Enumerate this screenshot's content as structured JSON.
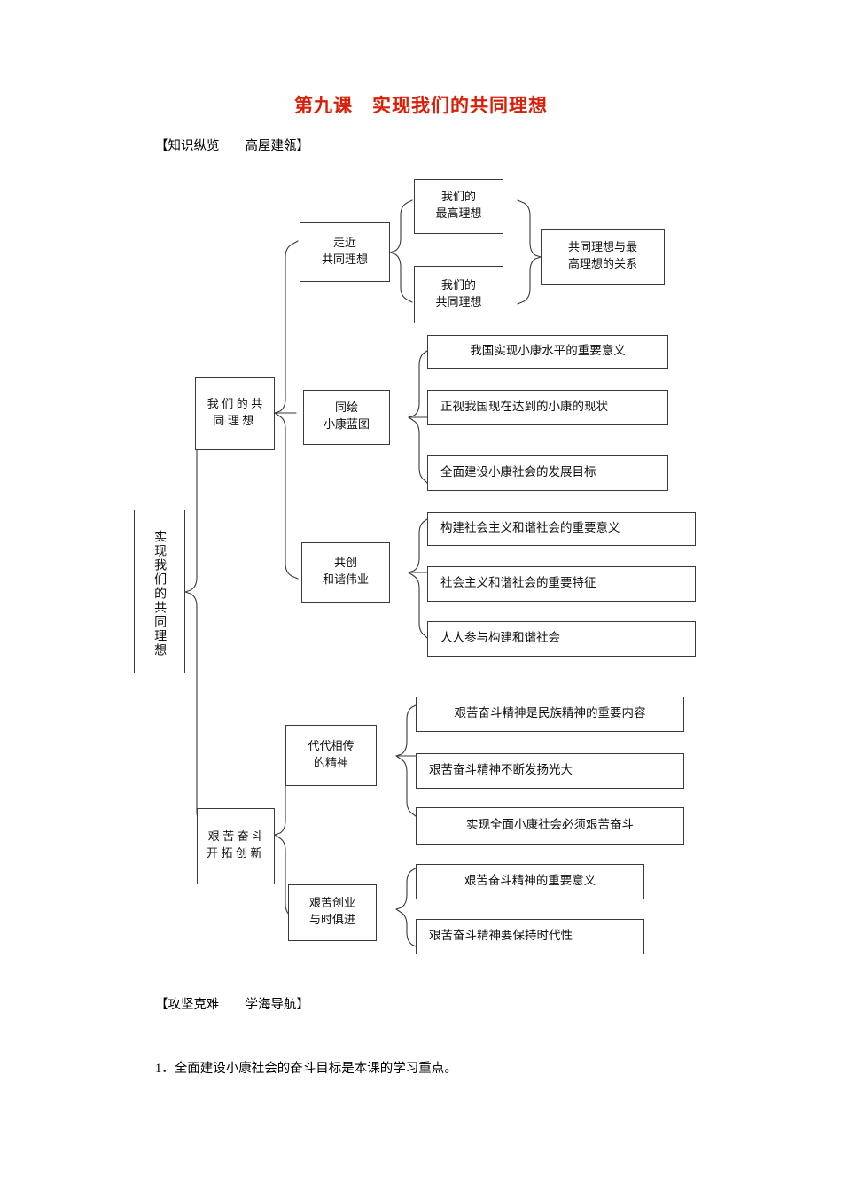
{
  "document": {
    "title": "第九课　实现我们的共同理想",
    "title_color": "#d81e06",
    "section_headings": {
      "knowledge_overview": "【知识纵览　　高屋建瓴】",
      "key_difficulties": "【攻坚克难　　学海导航】"
    },
    "body_lines": [
      "1．全面建设小康社会的奋斗目标是本课的学习重点。"
    ]
  },
  "diagram": {
    "type": "tree-outline",
    "root": "实现我们的共同理想",
    "branches": [
      {
        "label": "我们的共同理想",
        "children": [
          {
            "label": "走近共同理想",
            "leaves": [
              "我们的\n最高理想",
              "我们的\n共同理想"
            ],
            "merge": "共同理想与最\n高理想的关系"
          },
          {
            "label": "同绘\n小康蓝图",
            "leaves": [
              "我国实现小康水平的重要意义",
              "正视我国现在达到的小康的现状",
              "全面建设小康社会的发展目标"
            ]
          },
          {
            "label": "共创\n和谐伟业",
            "leaves": [
              "构建社会主义和谐社会的重要意义",
              "社会主义和谐社会的重要特征",
              "人人参与构建和谐社会"
            ]
          }
        ]
      },
      {
        "label": "艰苦奋斗开拓创新",
        "children": [
          {
            "label": "代代相传\n的精神",
            "leaves": [
              "艰苦奋斗精神是民族精神的重要内容",
              "艰苦奋斗精神不断发扬光大",
              "实现全面小康社会必须艰苦奋斗"
            ]
          },
          {
            "label": "艰苦创业\n与时俱进",
            "leaves": [
              "艰苦奋斗精神的重要意义",
              "艰苦奋斗精神要保持时代性"
            ]
          }
        ]
      }
    ],
    "nodes": {
      "root": "实现我们的共同理想",
      "b1": "我们的共同理想",
      "b2": "艰苦奋斗开拓创新",
      "c1": "走近\n共同理想",
      "c2": "同绘\n小康蓝图",
      "c3": "共创\n和谐伟业",
      "c4": "代代相传\n的精神",
      "c5": "艰苦创业\n与时俱进",
      "l1": "我们的\n最高理想",
      "l2": "我们的\n共同理想",
      "l3": "共同理想与最\n高理想的关系",
      "l4": "我国实现小康水平的重要意义",
      "l5": "正视我国现在达到的小康的现状",
      "l6": "全面建设小康社会的发展目标",
      "l7": "构建社会主义和谐社会的重要意义",
      "l8": "社会主义和谐社会的重要特征",
      "l9": "人人参与构建和谐社会",
      "l10": "艰苦奋斗精神是民族精神的重要内容",
      "l11": "艰苦奋斗精神不断发扬光大",
      "l12": "实现全面小康社会必须艰苦奋斗",
      "l13": "艰苦奋斗精神的重要意义",
      "l14": "艰苦奋斗精神要保持时代性"
    }
  }
}
